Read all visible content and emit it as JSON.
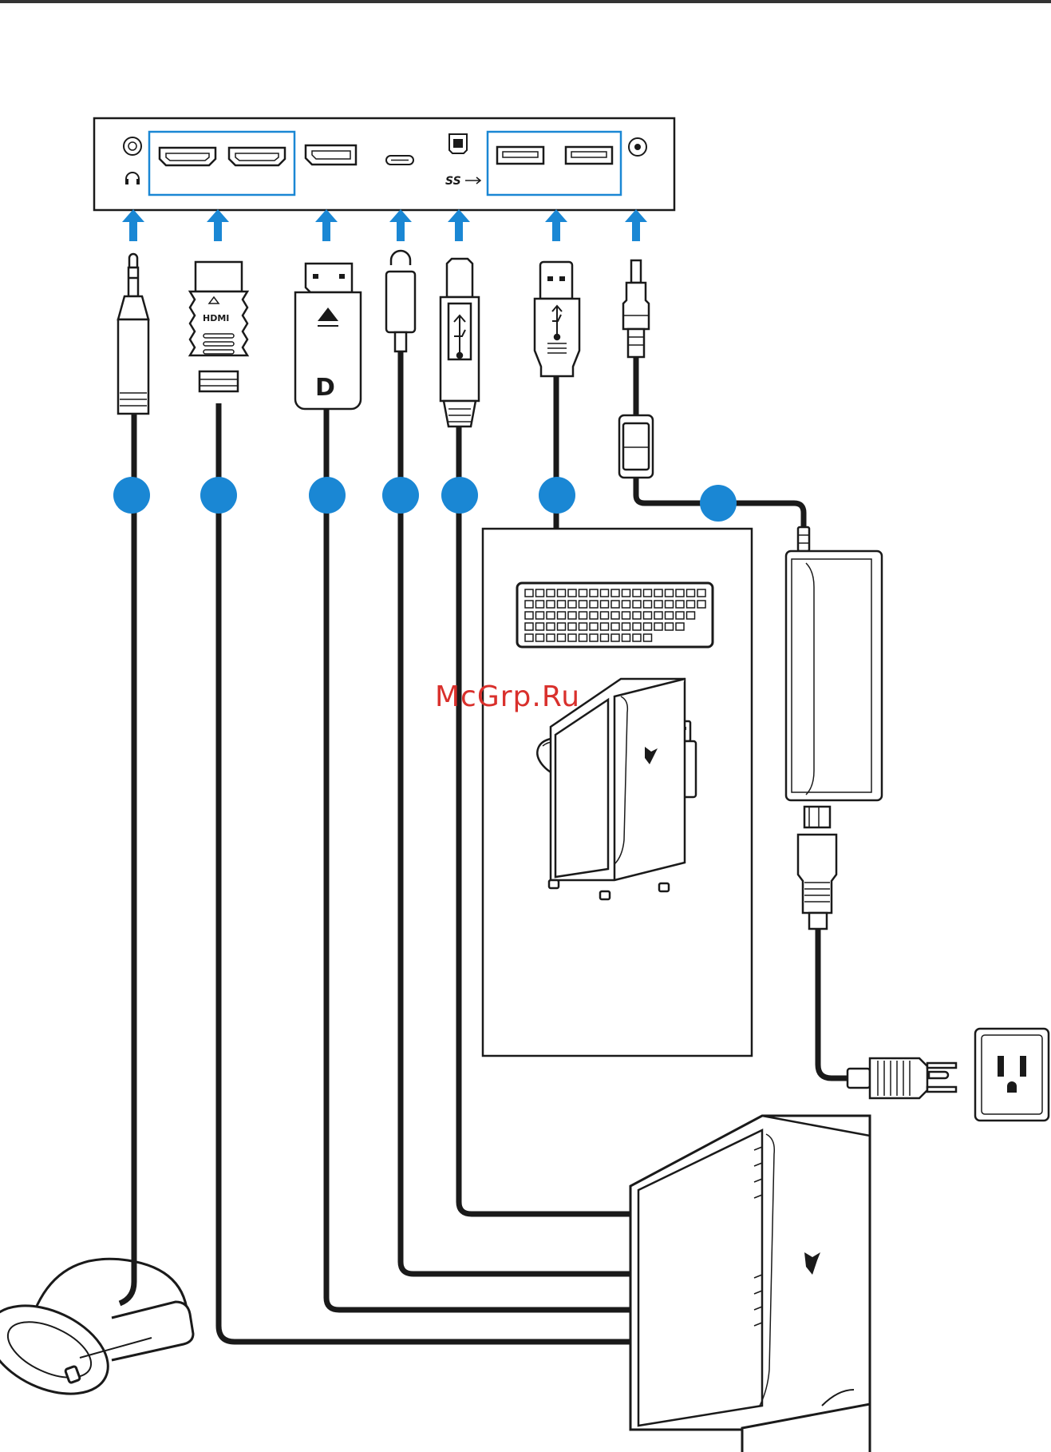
{
  "watermark": "McGrp.Ru",
  "ports": [
    {
      "id": "headphone-out",
      "icon": "headphone-icon"
    },
    {
      "id": "hdmi-1",
      "icon": "hdmi-port-icon"
    },
    {
      "id": "hdmi-2",
      "icon": "hdmi-port-icon"
    },
    {
      "id": "displayport",
      "icon": "displayport-port-icon"
    },
    {
      "id": "usb-c",
      "icon": "usb-c-port-icon"
    },
    {
      "id": "usb-b-upstream",
      "icon": "usb-b-port-icon"
    },
    {
      "id": "usb-a-downstream-1",
      "icon": "usb-a-port-icon"
    },
    {
      "id": "usb-a-downstream-2",
      "icon": "usb-a-port-icon"
    },
    {
      "id": "dc-in",
      "icon": "dc-power-port-icon"
    }
  ],
  "devices": [
    {
      "id": "headphones",
      "icon": "headphones-icon"
    },
    {
      "id": "computer",
      "icon": "pc-tower-icon"
    },
    {
      "id": "keyboard",
      "icon": "keyboard-icon"
    },
    {
      "id": "mouse",
      "icon": "mouse-icon"
    },
    {
      "id": "usb-flash-drive",
      "icon": "usb-drive-icon"
    },
    {
      "id": "peripheral-computer",
      "icon": "pc-tower-icon"
    },
    {
      "id": "power-adapter",
      "icon": "power-adapter-icon"
    },
    {
      "id": "power-plug",
      "icon": "power-plug-icon"
    },
    {
      "id": "wall-outlet",
      "icon": "wall-outlet-icon"
    }
  ],
  "colors": {
    "accent": "#1a87d4",
    "line": "#1a1a1a",
    "watermark": "#d9302c"
  }
}
